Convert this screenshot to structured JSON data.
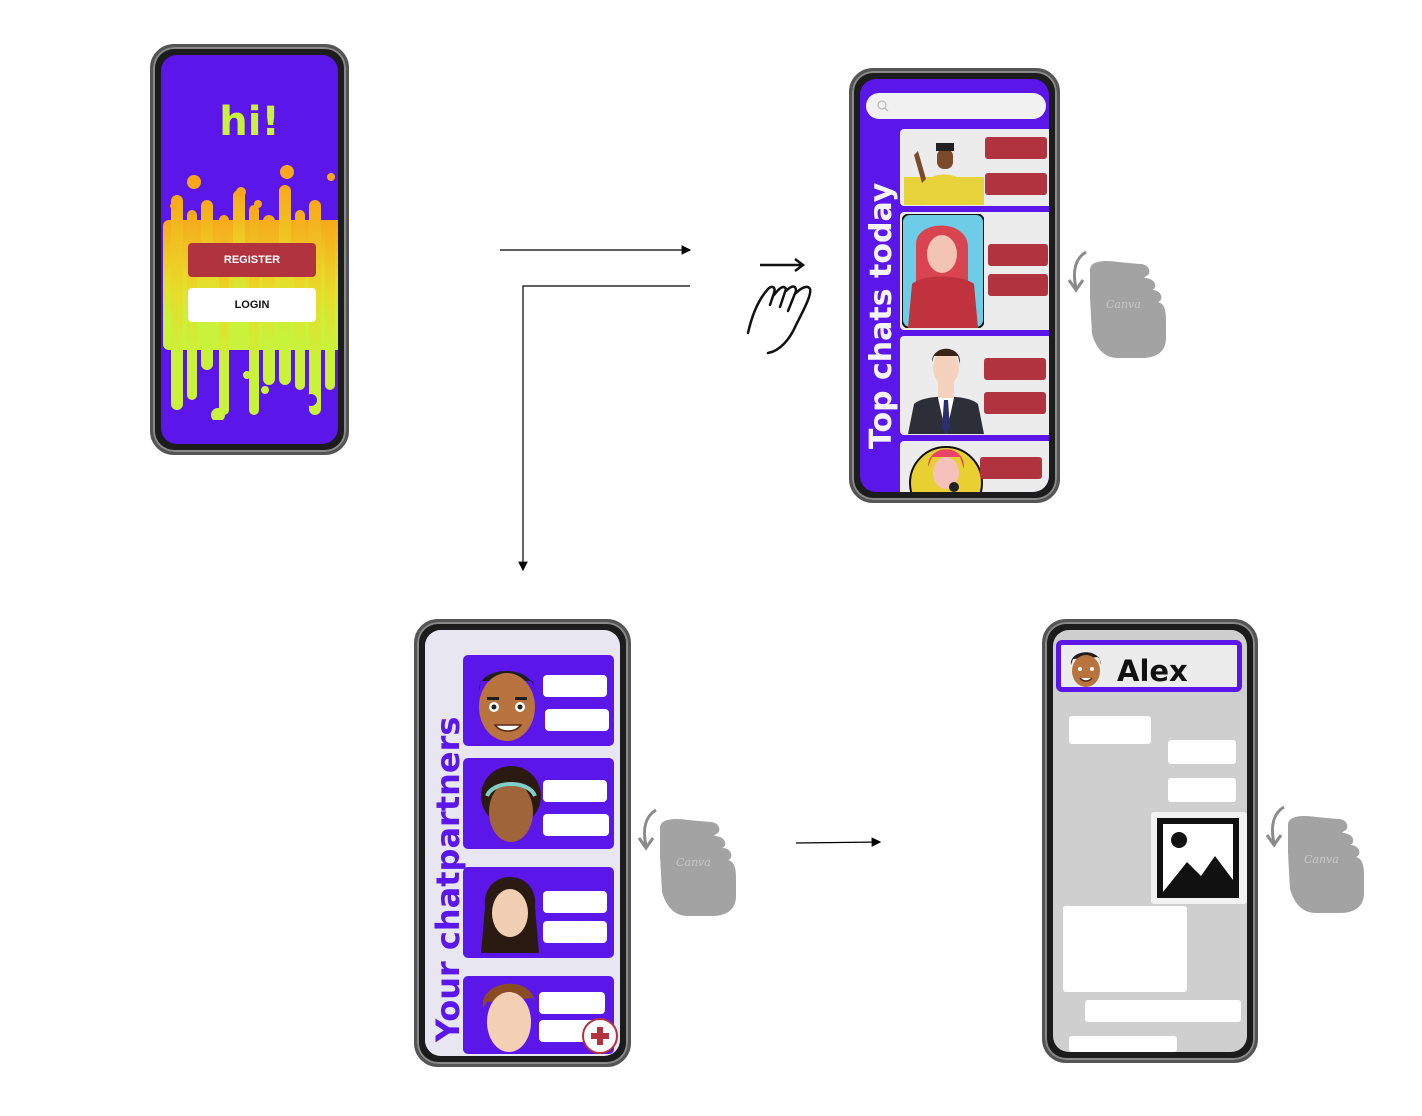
{
  "login_screen": {
    "title": "hi!",
    "register_label": "REGISTER",
    "login_label": "LOGIN"
  },
  "top_chats_screen": {
    "title": "Top chats today"
  },
  "partners_screen": {
    "title": "Your chatpartners"
  },
  "conversation_screen": {
    "contact_name": "Alex"
  },
  "watermark": "Canva",
  "colors": {
    "primary": "#5b16ea",
    "accent_green": "#c9f23a",
    "accent_red": "#b1333f"
  },
  "icons": [
    "search-icon",
    "swipe-down-hand-icon",
    "swipe-right-hand-icon",
    "add-icon",
    "image-placeholder-icon"
  ]
}
